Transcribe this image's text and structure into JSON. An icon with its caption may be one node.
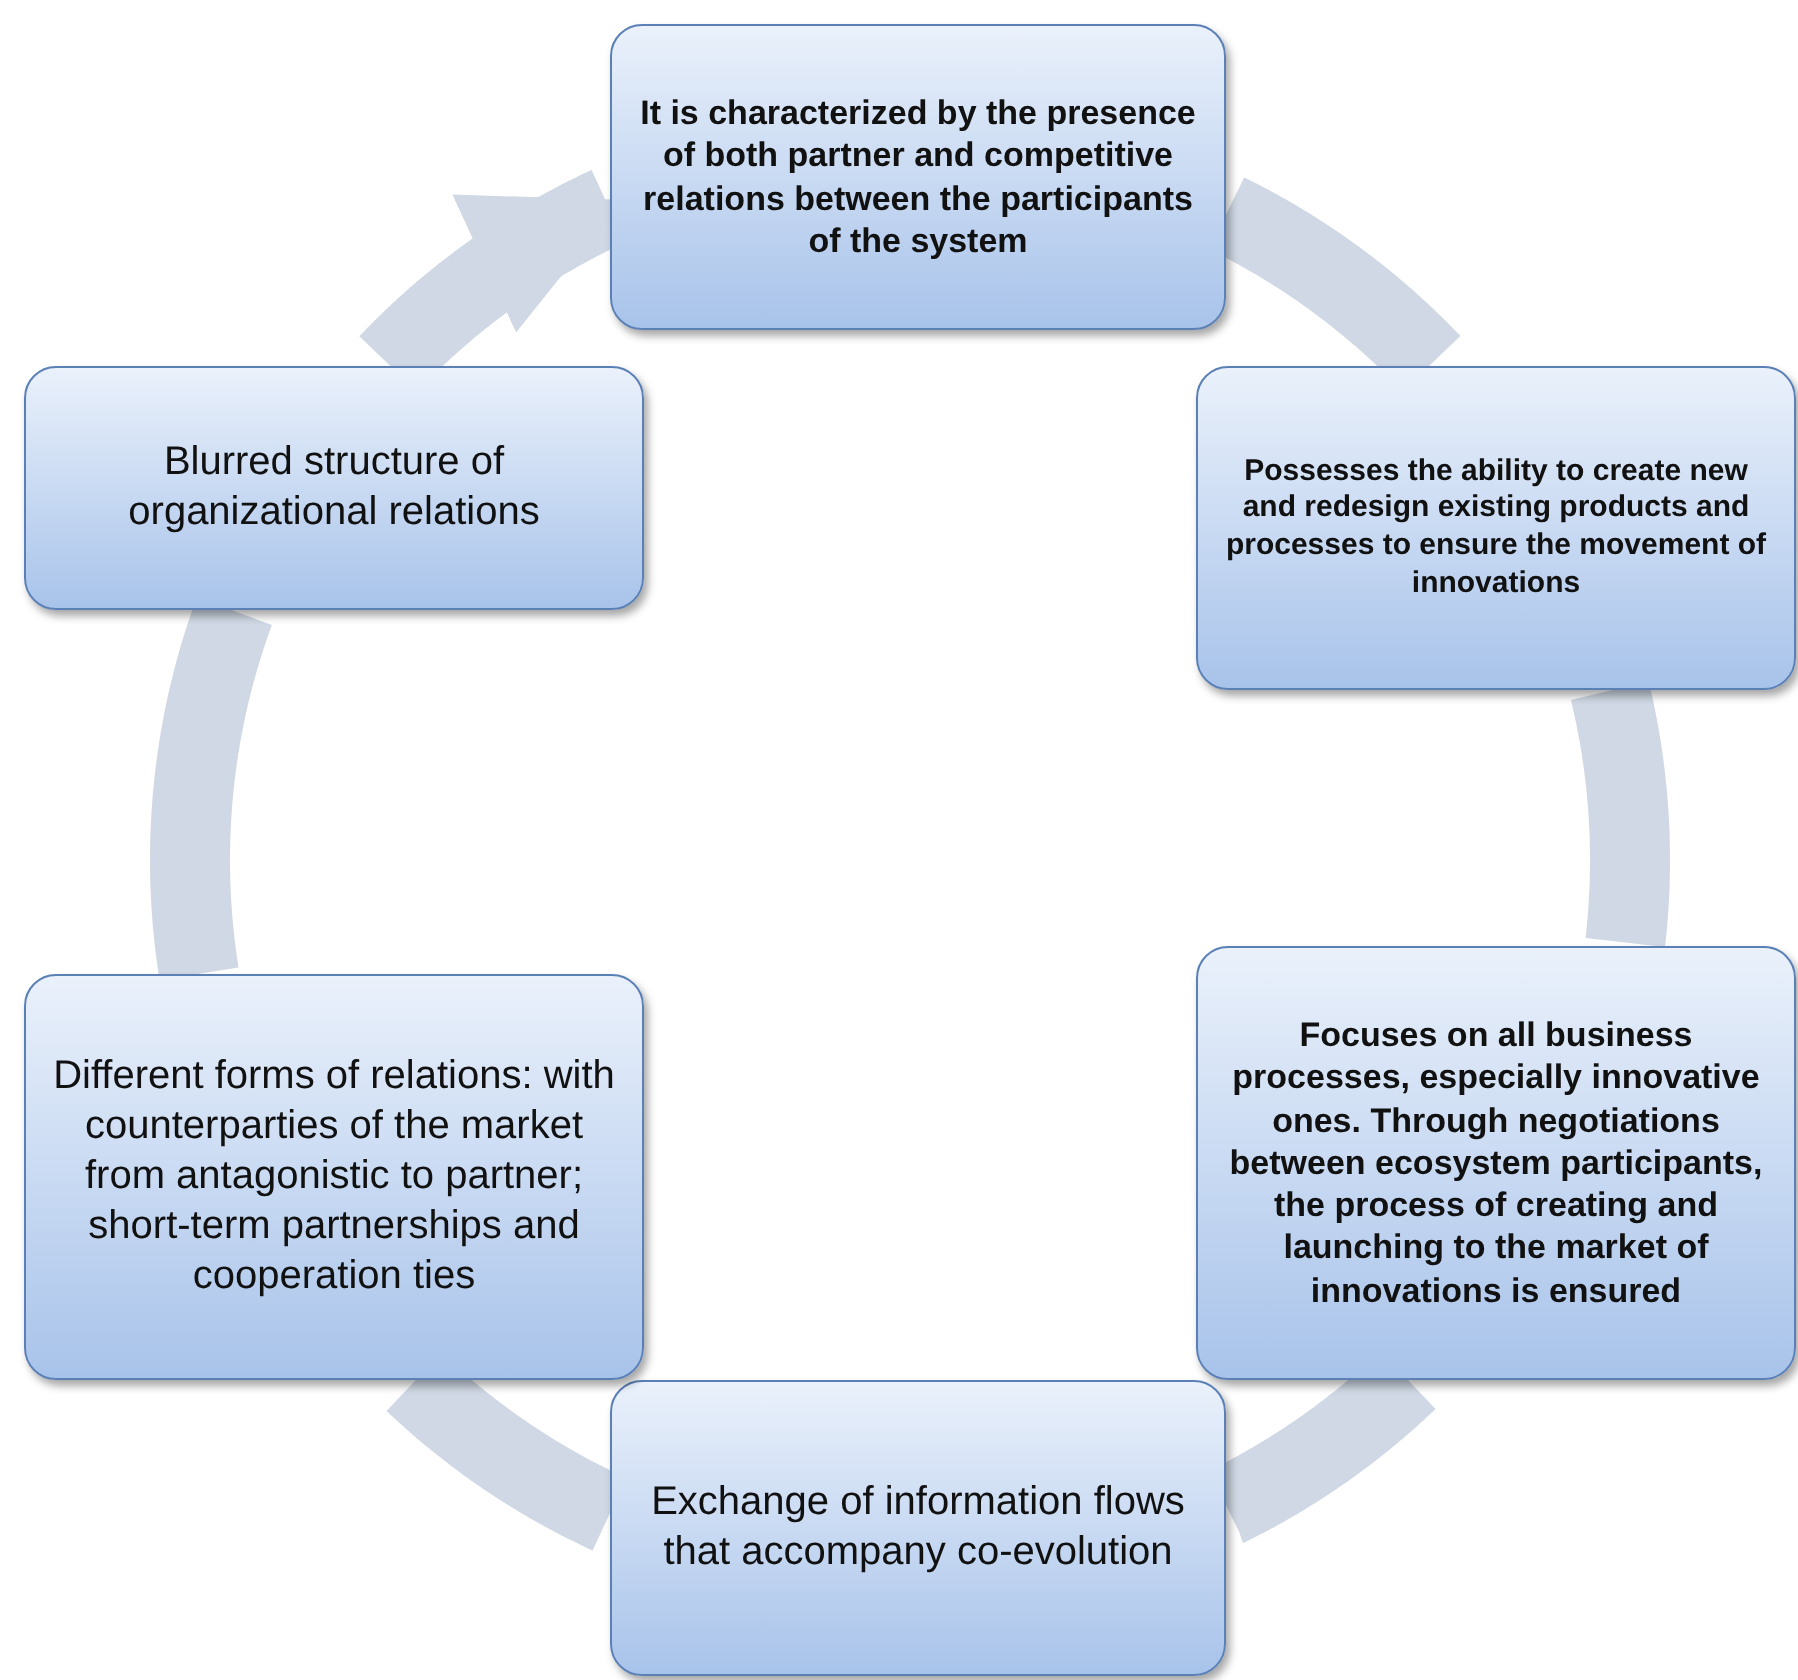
{
  "diagram": {
    "nodes": [
      {
        "text": [
          "It is characterized by the presence of both partner and competitive relations between the participants of the system"
        ]
      },
      {
        "text": [
          "Possesses the ability to create new and redesign existing products and processes to ensure the movement of innovations"
        ]
      },
      {
        "text": [
          "Focuses on all business processes, especially innovative ones. Through negotiations between ecosystem participants, the process of creating and launching to the market of innovations is ensured"
        ]
      },
      {
        "text": [
          "Exchange of information flows that accompany co-evolution"
        ]
      },
      {
        "text": [
          "Different forms of relations: with counterparties of the market from antagonistic to partner; short-term partnerships and cooperation ties"
        ]
      },
      {
        "text": [
          "Blurred structure of organizational relations"
        ]
      }
    ],
    "edges": [
      {
        "from": 0,
        "to": 1,
        "arrow": "none"
      },
      {
        "from": 1,
        "to": 2,
        "arrow": "none"
      },
      {
        "from": 2,
        "to": 3,
        "arrow": "none"
      },
      {
        "from": 3,
        "to": 4,
        "arrow": "none"
      },
      {
        "from": 4,
        "to": 5,
        "arrow": "none"
      },
      {
        "from": 5,
        "to": 0,
        "arrow": "to"
      }
    ]
  }
}
